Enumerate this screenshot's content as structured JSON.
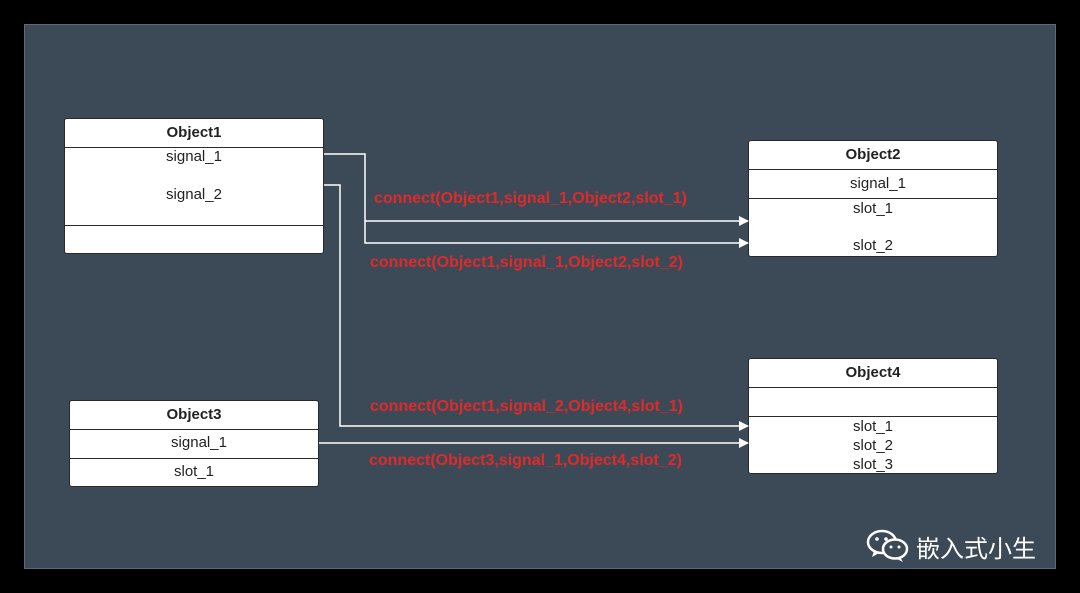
{
  "objects": {
    "object1": {
      "title": "Object1",
      "signals": [
        "signal_1",
        "signal_2"
      ]
    },
    "object2": {
      "title": "Object2",
      "signals": [
        "signal_1"
      ],
      "slots": [
        "slot_1",
        "slot_2"
      ]
    },
    "object3": {
      "title": "Object3",
      "signals": [
        "signal_1"
      ],
      "slots": [
        "slot_1"
      ]
    },
    "object4": {
      "title": "Object4",
      "slots": [
        "slot_1",
        "slot_2",
        "slot_3"
      ]
    }
  },
  "connections": [
    "connect(Object1,signal_1,Object2,slot_1)",
    "connect(Object1,signal_1,Object2,slot_2)",
    "connect(Object1,signal_2,Object4,slot_1)",
    "connect(Object3,signal_1,Object4,slot_2)"
  ],
  "watermark": {
    "text": "嵌入式小生",
    "icon": "wechat-icon"
  },
  "colors": {
    "background": "#3c4a57",
    "label": "#e02a2a",
    "wire": "#ffffff"
  }
}
